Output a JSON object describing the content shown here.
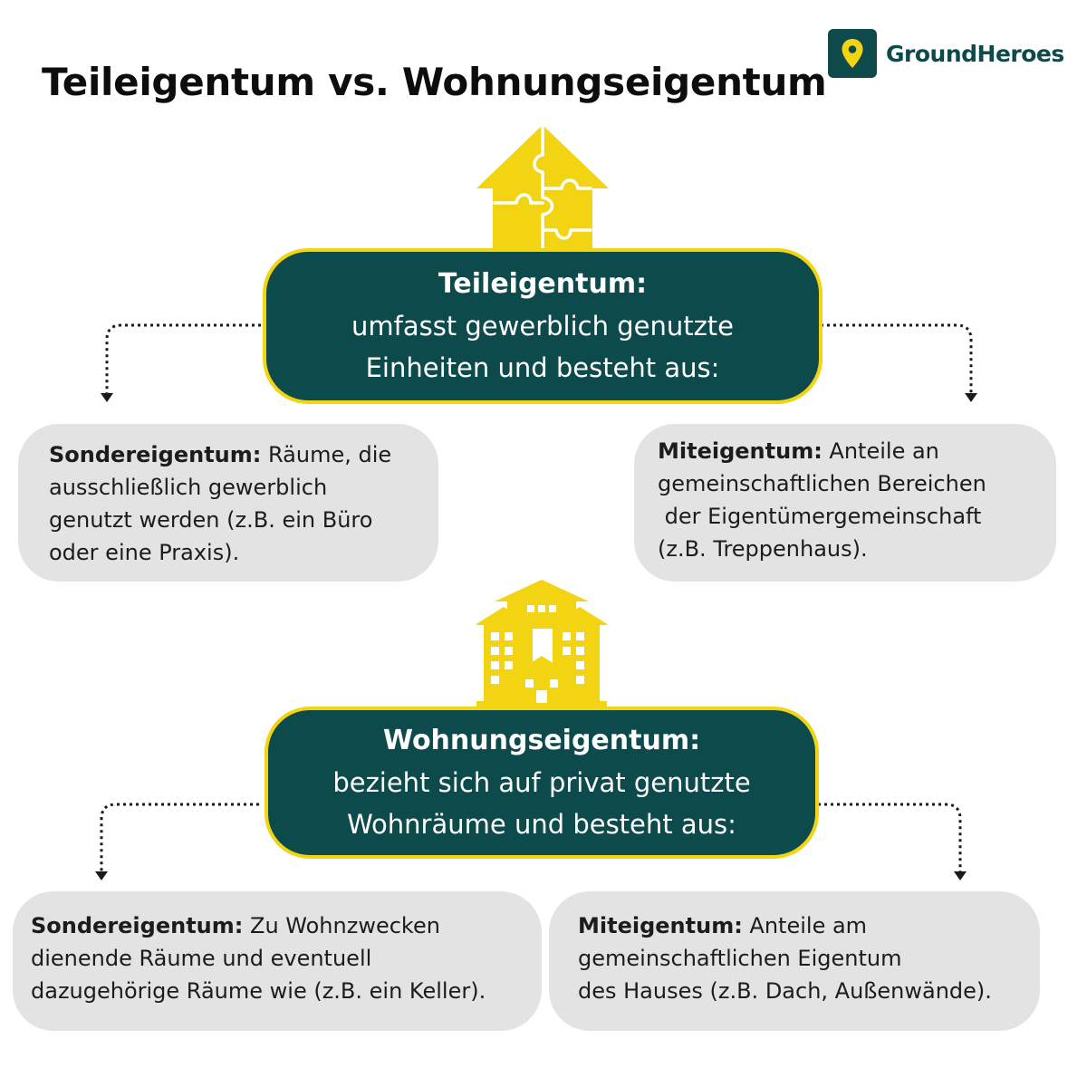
{
  "title": "Teileigentum vs. Wohnungseigentum",
  "logo": {
    "text": "GroundHeroes",
    "icon": "map-pin-icon",
    "color": "#0e4a4c"
  },
  "colors": {
    "teal": "#0c4a4c",
    "yellow": "#f2d413",
    "grey": "#e3e3e3"
  },
  "teileigentum": {
    "heading": "Teileigentum:",
    "lines": [
      "umfasst gewerblich genutzte",
      "Einheiten und besteht aus:"
    ],
    "icon": "puzzle-house-icon",
    "left": {
      "term": "Sondereigentum:",
      "lines": [
        " Räume, die",
        "ausschließlich gewerblich",
        "genutzt werden (z.B. ein Büro",
        "oder eine Praxis)."
      ]
    },
    "right": {
      "term": "Miteigentum:",
      "lines": [
        " Anteile an",
        "gemeinschaftlichen Bereichen",
        " der Eigentümergemeinschaft",
        "(z.B. Treppenhaus)."
      ]
    }
  },
  "wohnungseigentum": {
    "heading": "Wohnungseigentum:",
    "lines": [
      "bezieht sich auf privat genutzte",
      "Wohnräume und besteht aus:"
    ],
    "icon": "apartment-buildings-icon",
    "left": {
      "term": "Sondereigentum:",
      "lines": [
        " Zu Wohnzwecken",
        "dienende Räume und eventuell",
        "dazugehörige Räume wie (z.B. ein Keller)."
      ]
    },
    "right": {
      "term": "Miteigentum:",
      "lines": [
        " Anteile am",
        "gemeinschaftlichen Eigentum",
        "des Hauses (z.B. Dach, Außenwände)."
      ]
    }
  }
}
